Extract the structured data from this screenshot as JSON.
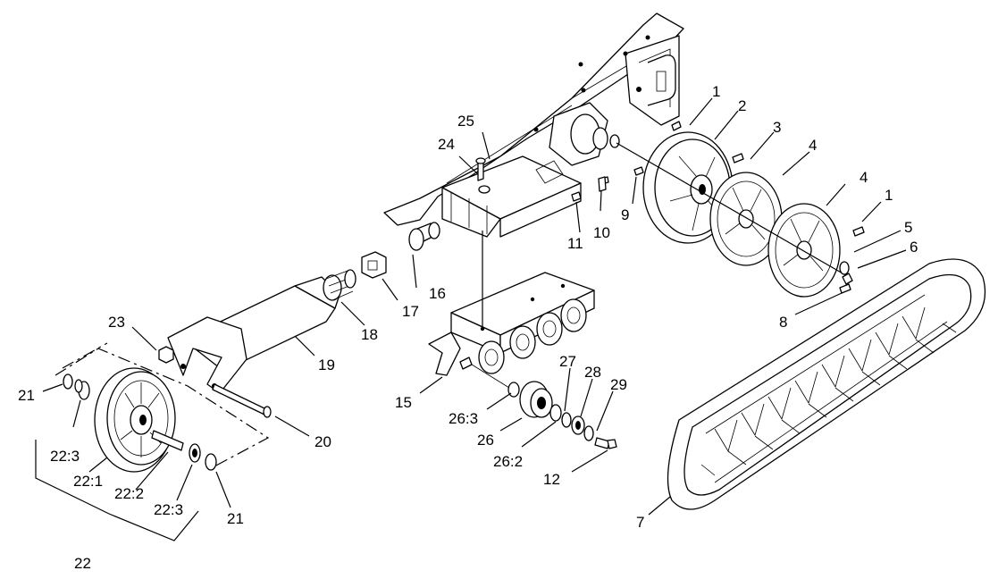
{
  "diagram": {
    "labels": {
      "p1a": "1",
      "p1b": "1",
      "p2": "2",
      "p3": "3",
      "p4a": "4",
      "p4b": "4",
      "p5": "5",
      "p6": "6",
      "p7": "7",
      "p8": "8",
      "p9": "9",
      "p10": "10",
      "p11": "11",
      "p12": "12",
      "p15": "15",
      "p16": "16",
      "p17": "17",
      "p18": "18",
      "p19": "19",
      "p20": "20",
      "p21a": "21",
      "p21b": "21",
      "p22": "22",
      "p22_1": "22:1",
      "p22_2": "22:2",
      "p22_3a": "22:3",
      "p22_3b": "22:3",
      "p23": "23",
      "p24": "24",
      "p25": "25",
      "p26": "26",
      "p26_2": "26:2",
      "p26_3": "26:3",
      "p27": "27",
      "p28": "28",
      "p29": "29"
    }
  }
}
